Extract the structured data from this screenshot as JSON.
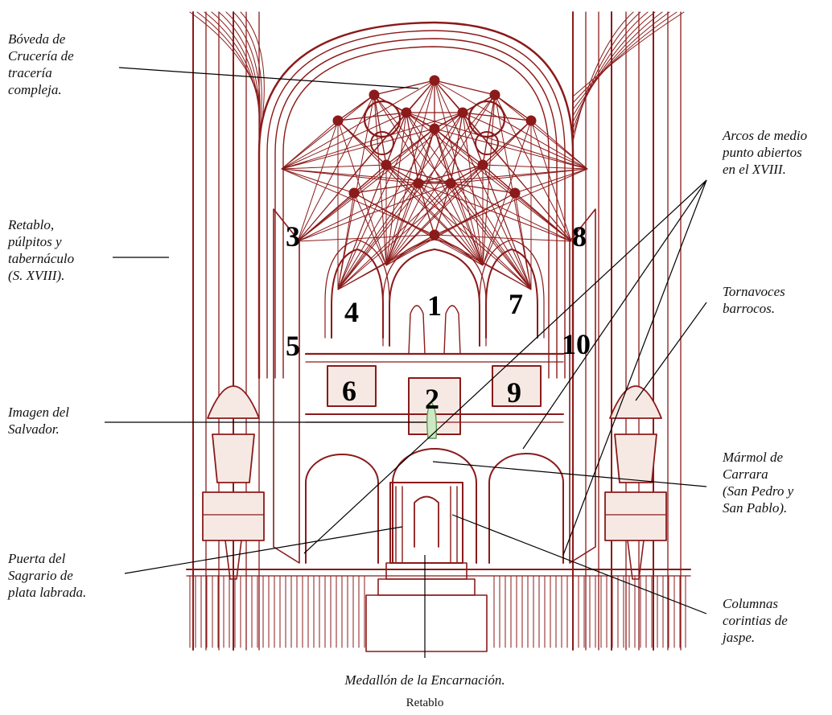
{
  "line_color": "#8b1a1a",
  "fill_color": "#f6e9e4",
  "labels": {
    "boveda": [
      "Bóveda de",
      "Crucería de",
      "tracería",
      "compleja."
    ],
    "retablo": [
      "Retablo,",
      "púlpitos y",
      "tabernáculo",
      "(S. XVIII)."
    ],
    "imagen": [
      "Imagen del",
      "Salvador."
    ],
    "puerta": [
      "Puerta del",
      "Sagrario de",
      "plata labrada."
    ],
    "arcos": [
      "Arcos de medio",
      "punto abiertos",
      "en el XVIII."
    ],
    "tornavoces": [
      "Tornavoces",
      "barrocos."
    ],
    "marmol": [
      "Mármol de",
      "Carrara",
      "(San Pedro y",
      "San Pablo)."
    ],
    "columnas": [
      "Columnas",
      "corintias de",
      "jaspe."
    ]
  },
  "panel_numbers": [
    "1",
    "2",
    "3",
    "4",
    "5",
    "6",
    "7",
    "8",
    "9",
    "10"
  ],
  "medallon": "Medallón de la Encarnación.",
  "caption": "Retablo"
}
